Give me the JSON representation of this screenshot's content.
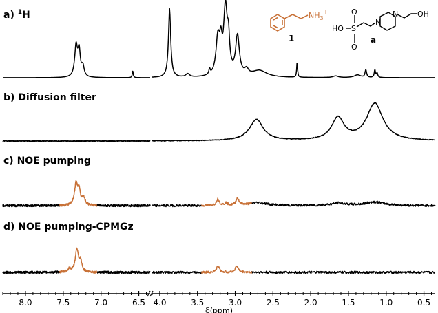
{
  "chart_data": {
    "type": "line",
    "xlabel": "δ(ppm)",
    "x_axis": {
      "reversed": true,
      "broken": true,
      "segments": [
        {
          "range": [
            8.3,
            6.35
          ],
          "ticks": [
            "8.0",
            "7.5",
            "7.0",
            "6.5"
          ],
          "tick_values": [
            8.0,
            7.5,
            7.0,
            6.5
          ]
        },
        {
          "range": [
            4.1,
            0.35
          ],
          "ticks": [
            "4.0",
            "3.5",
            "3.0",
            "2.5",
            "2.0",
            "1.5",
            "1.0",
            "0.5"
          ],
          "tick_values": [
            4.0,
            3.5,
            3.0,
            2.5,
            2.0,
            1.5,
            1.0,
            0.5
          ]
        }
      ]
    },
    "colors": {
      "spectrum": "#000000",
      "highlight": "#c87137"
    },
    "panels": [
      {
        "id": "a",
        "prefix": "a) ",
        "label": "H",
        "sup": "1",
        "peaks": [
          {
            "ppm": 7.33,
            "h": 0.55,
            "w": 0.022
          },
          {
            "ppm": 7.29,
            "h": 0.45,
            "w": 0.02
          },
          {
            "ppm": 7.24,
            "h": 0.18,
            "w": 0.02
          },
          {
            "ppm": 6.58,
            "h": 0.12,
            "w": 0.008
          },
          {
            "ppm": 3.87,
            "h": 1.25,
            "w": 0.018
          },
          {
            "ppm": 3.63,
            "h": 0.06,
            "w": 0.03
          },
          {
            "ppm": 3.34,
            "h": 0.1,
            "w": 0.01
          },
          {
            "ppm": 3.23,
            "h": 0.66,
            "w": 0.03
          },
          {
            "ppm": 3.19,
            "h": 0.45,
            "w": 0.02
          },
          {
            "ppm": 3.13,
            "h": 1.18,
            "w": 0.028
          },
          {
            "ppm": 3.09,
            "h": 0.55,
            "w": 0.02
          },
          {
            "ppm": 2.97,
            "h": 0.72,
            "w": 0.03
          },
          {
            "ppm": 2.85,
            "h": 0.1,
            "w": 0.03
          },
          {
            "ppm": 2.68,
            "h": 0.12,
            "w": 0.12
          },
          {
            "ppm": 2.18,
            "h": 0.28,
            "w": 0.007
          },
          {
            "ppm": 1.67,
            "h": 0.03,
            "w": 0.04
          },
          {
            "ppm": 1.38,
            "h": 0.05,
            "w": 0.05
          },
          {
            "ppm": 1.27,
            "h": 0.14,
            "w": 0.012
          },
          {
            "ppm": 1.15,
            "h": 0.14,
            "w": 0.01
          },
          {
            "ppm": 1.12,
            "h": 0.08,
            "w": 0.01
          }
        ],
        "noise": 0.0,
        "highlight_ranges": []
      },
      {
        "id": "b",
        "prefix": "b) ",
        "label": "Diffusion filter",
        "sup": "",
        "peaks": [
          {
            "ppm": 2.72,
            "h": 0.5,
            "w": 0.11
          },
          {
            "ppm": 1.64,
            "h": 0.52,
            "w": 0.1
          },
          {
            "ppm": 1.15,
            "h": 0.87,
            "w": 0.13
          }
        ],
        "noise": 0.008,
        "highlight_ranges": []
      },
      {
        "id": "c",
        "prefix": "c) ",
        "label": "NOE pumping",
        "sup": "",
        "peaks": [
          {
            "ppm": 7.33,
            "h": 0.85,
            "w": 0.025
          },
          {
            "ppm": 7.29,
            "h": 0.55,
            "w": 0.02
          },
          {
            "ppm": 7.23,
            "h": 0.28,
            "w": 0.025
          },
          {
            "ppm": 3.23,
            "h": 0.25,
            "w": 0.025
          },
          {
            "ppm": 3.12,
            "h": 0.1,
            "w": 0.02
          },
          {
            "ppm": 2.97,
            "h": 0.28,
            "w": 0.025
          },
          {
            "ppm": 2.7,
            "h": 0.12,
            "w": 0.15
          },
          {
            "ppm": 1.63,
            "h": 0.1,
            "w": 0.12
          },
          {
            "ppm": 1.15,
            "h": 0.15,
            "w": 0.15
          }
        ],
        "noise": 0.045,
        "highlight_ranges": [
          [
            7.55,
            7.05
          ],
          [
            3.45,
            2.78
          ]
        ]
      },
      {
        "id": "d",
        "prefix": "d) ",
        "label": "NOE pumping-CPMGz",
        "sup": "",
        "peaks": [
          {
            "ppm": 7.32,
            "h": 0.92,
            "w": 0.025
          },
          {
            "ppm": 7.27,
            "h": 0.4,
            "w": 0.02
          },
          {
            "ppm": 7.42,
            "h": 0.12,
            "w": 0.025
          },
          {
            "ppm": 3.23,
            "h": 0.24,
            "w": 0.025
          },
          {
            "ppm": 2.98,
            "h": 0.26,
            "w": 0.025
          }
        ],
        "noise": 0.045,
        "highlight_ranges": [
          [
            7.55,
            7.05
          ],
          [
            3.45,
            2.78
          ]
        ]
      }
    ]
  },
  "structures": {
    "compound1": {
      "group": "NH",
      "sub": "3",
      "charge": "+",
      "number": "1",
      "color": "#c87137"
    },
    "compound_a": {
      "ho": "HO",
      "s": "S",
      "o_top": "O",
      "o_bottom": "O",
      "n1": "N",
      "n2": "N",
      "oh": "OH",
      "letter": "a"
    }
  }
}
